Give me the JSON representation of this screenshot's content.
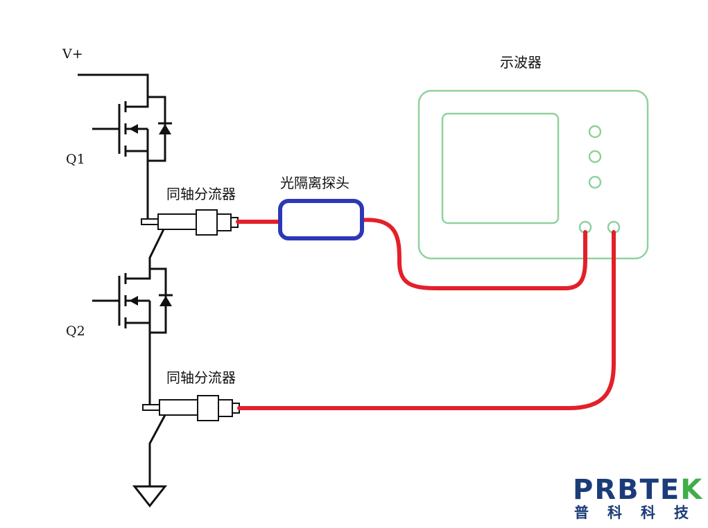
{
  "labels": {
    "vplus": "V+",
    "q1": "Q1",
    "q2": "Q2",
    "shunt_top": "同轴分流器",
    "shunt_bottom": "同轴分流器",
    "probe": "光隔离探头",
    "scope": "示波器"
  },
  "logo": {
    "main_prefix": "PRBTE",
    "main_suffix": "K",
    "sub": [
      "普",
      "科",
      "科",
      "技"
    ]
  },
  "colors": {
    "wire": "#111111",
    "cable": "#e3202a",
    "probe_body": "#2c38b5",
    "scope": "#8fd19e",
    "logo": "#1b3c78",
    "logo_accent": "#3fae49"
  }
}
